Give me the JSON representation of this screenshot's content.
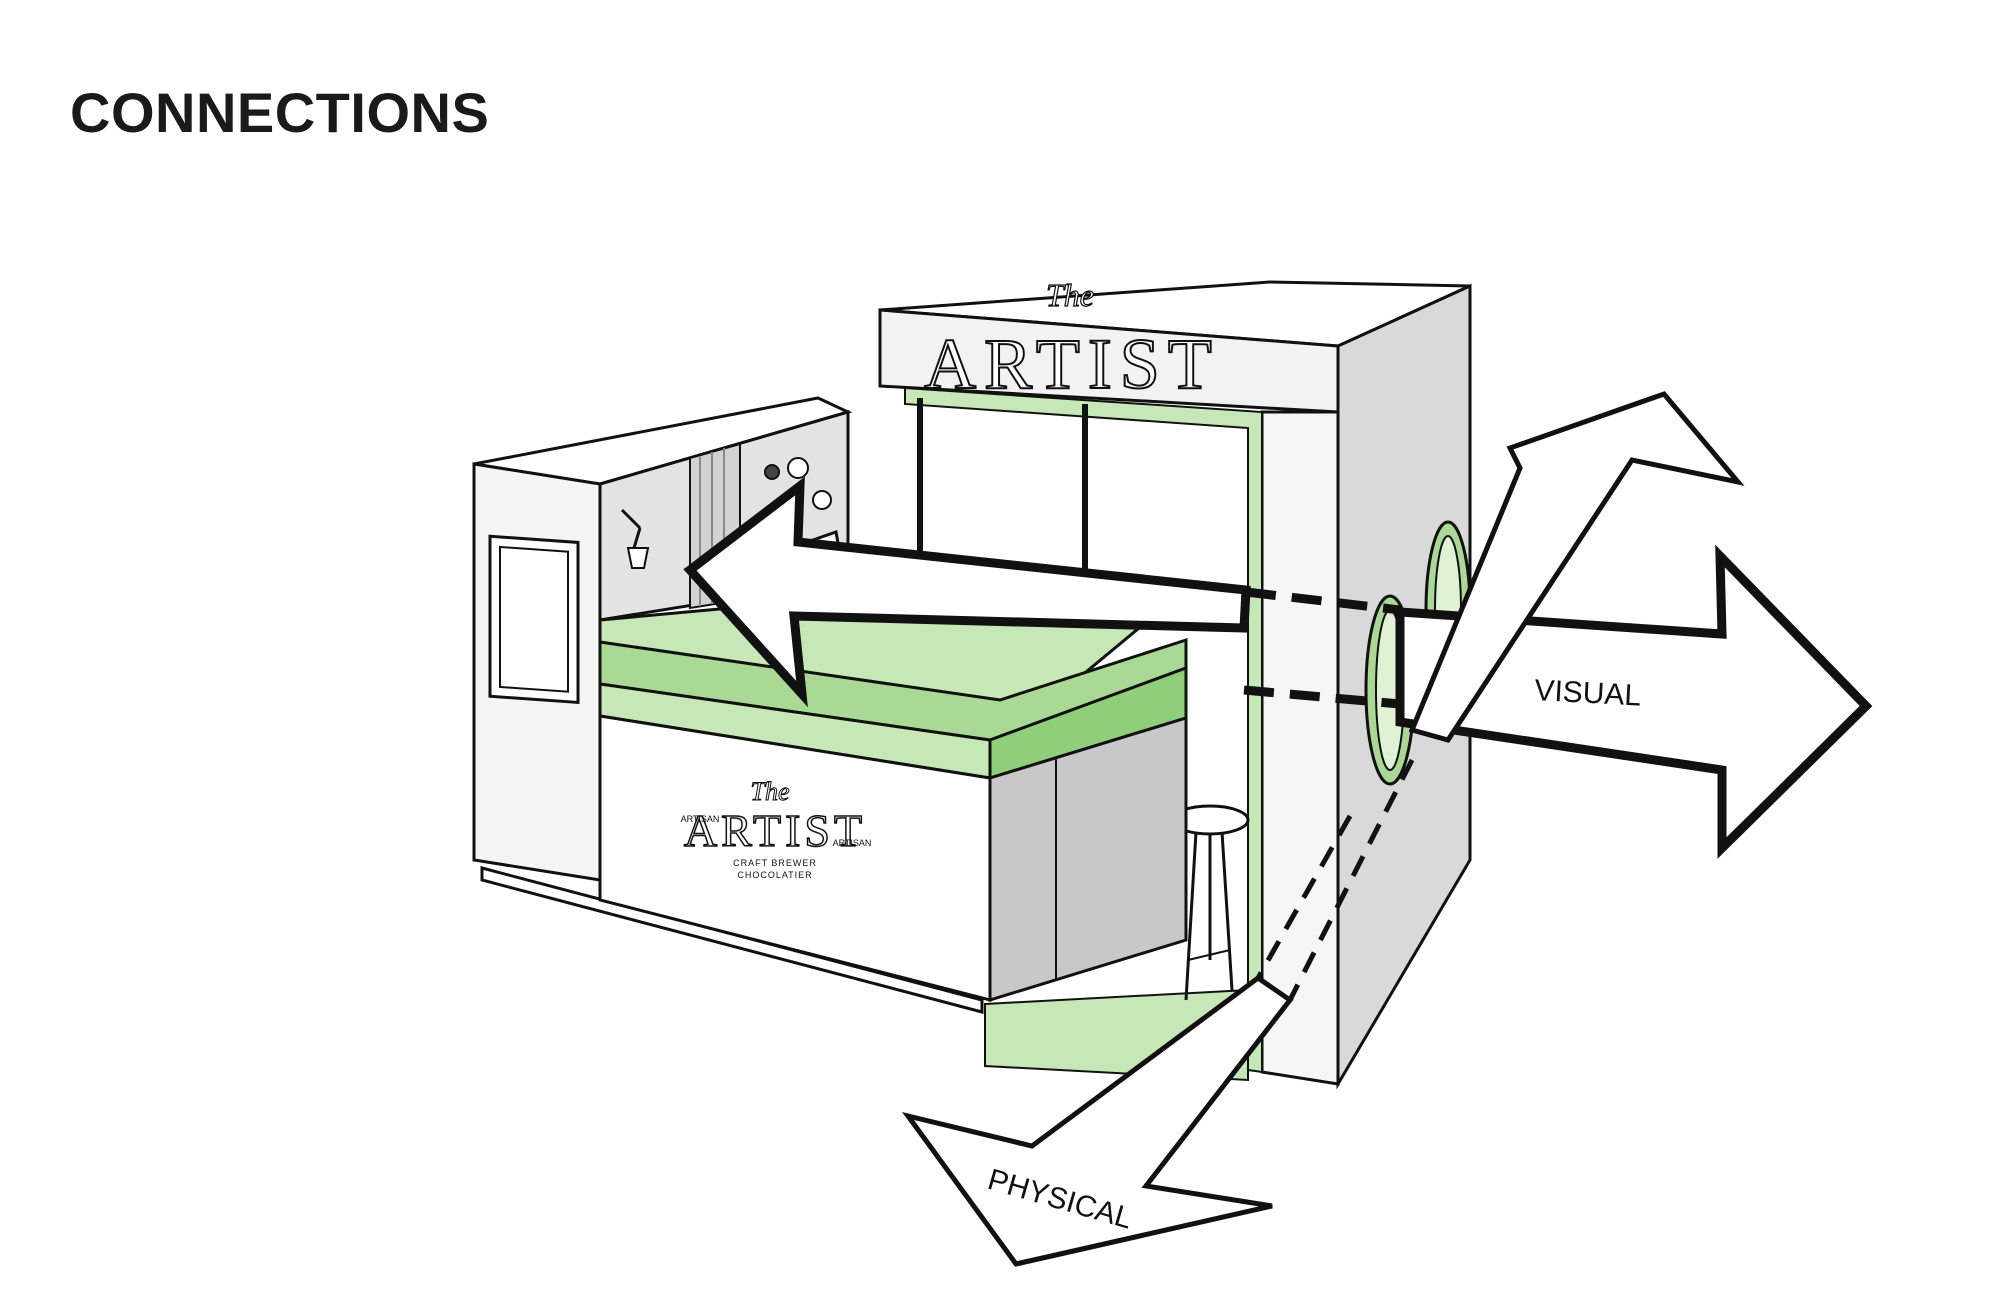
{
  "title": "CONNECTIONS",
  "labels": {
    "visual": "VISUAL",
    "physical": "PHYSICAL"
  },
  "signage": {
    "header_script": "The",
    "header_name": "ARTIST",
    "counter_script": "The",
    "counter_name": "ARTIST",
    "counter_tagline_1": "CRAFT BREWER",
    "counter_tagline_2": "CHOCOLATIER",
    "counter_side_left": "ARTISAN",
    "counter_side_right": "ARTISAN"
  },
  "colors": {
    "accent_green": "#8fcf7a",
    "light_green": "#c6e7b6",
    "mid_green": "#a9d994",
    "outline": "#111111",
    "wall_grey": "#d9d9d9",
    "dark_grey": "#b5b5b5"
  }
}
